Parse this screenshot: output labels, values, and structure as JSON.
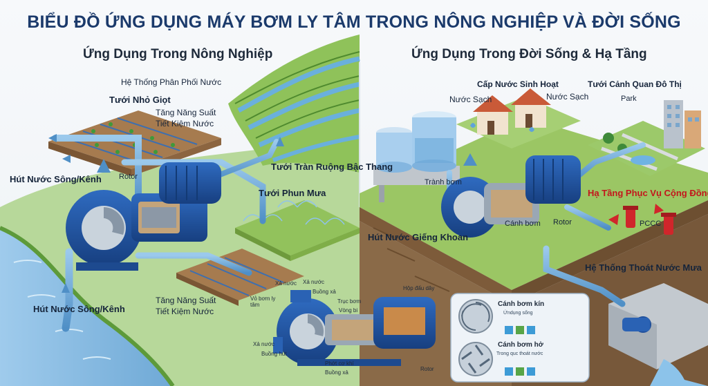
{
  "title": "BIỂU ĐỒ ỨNG DỤNG MÁY BƠM LY TÂM TRONG NÔNG NGHIỆP VÀ ĐỜI SỐNG",
  "agriculture": {
    "heading": "Ứng Dụng Trong Nông Nghiệp",
    "distribution": "Hệ Thống Phân Phối Nước",
    "drip": "Tưới Nhỏ Giọt",
    "yield_top": "Tăng Năng Suất",
    "save_top": "Tiết Kiệm Nước",
    "rotor": "Rotor",
    "intake_left": "Hút Nước Sông/Kênh",
    "intake_bottom": "Hút Nước Sông/Kênh",
    "terrace": "Tưới Tràn Ruộng Bậc Thang",
    "sprinkler": "Tưới Phun Mưa",
    "yield_bottom": "Tăng Năng Suất",
    "save_bottom": "Tiết Kiệm Nước"
  },
  "urban": {
    "heading": "Ứng Dụng Trong Đời Sống & Hạ Tầng",
    "domestic": "Cấp Nước Sinh Hoạt",
    "clean_left": "Nước Sạch",
    "clean_right": "Nước Sạch",
    "landscape": "Tưới Cảnh Quan Đô Thị",
    "park": "Park",
    "pump_body": "Trành bơm",
    "impeller": "Cánh bơm",
    "rotor": "Rotor",
    "public": "Hạ Tầng Phục Vụ Cộng Đồng",
    "pccc": "PCCC",
    "well": "Hút Nước Giếng Khoan",
    "drainage": "Hệ Thống Thoát Nước Mưa"
  },
  "cutaway": {
    "outlet1": "Xả nước",
    "outlet2": "Xả nước",
    "casing": "Vỏ bơm ly tâm",
    "discharge": "Buồng xả",
    "shaft": "Trục bơm",
    "bearing": "Vòng bi",
    "gearbox": "Hộp đấu dây",
    "outlet3": "Xả nước",
    "suction": "Buồng hút",
    "seal": "Phớt cơ khí",
    "chamber": "Buồng xả",
    "rotor": "Rotor"
  },
  "legend": {
    "closed_title": "Cánh bơm kín",
    "closed_sub": "Ứndụng sống",
    "open_title": "Cánh bơm hở",
    "open_sub": "Trong quc thoát nước"
  },
  "colors": {
    "pipe": "#6aa8d8",
    "pump": "#1f4f9a",
    "water": "#7fb9e3",
    "grass": "#7db34a",
    "title": "#1b3a6b",
    "alert": "#c3161c"
  }
}
